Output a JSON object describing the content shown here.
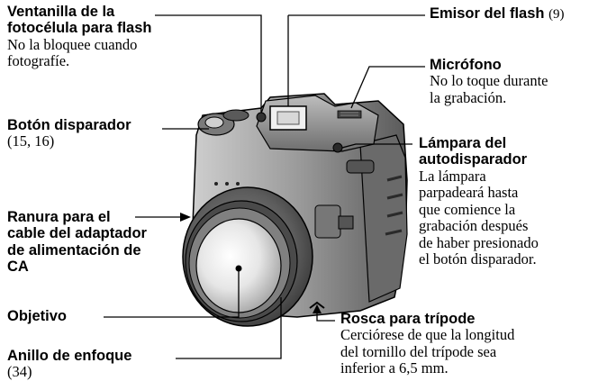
{
  "callouts": {
    "ventanilla": {
      "title_1": "Ventanilla de la",
      "title_2": "fotocélula para flash",
      "desc_1": "No la bloquee cuando",
      "desc_2": "fotografíe."
    },
    "emisor": {
      "title": "Emisor del flash",
      "page": "(9)"
    },
    "microfono": {
      "title": "Micrófono",
      "desc_1": "No lo toque durante",
      "desc_2": "la grabación."
    },
    "boton": {
      "title": "Botón disparador",
      "pages": "(15, 16)"
    },
    "lampara": {
      "title_1": "Lámpara del",
      "title_2": "autodisparador",
      "desc_1": "La lámpara",
      "desc_2": "parpadeará hasta",
      "desc_3": "que comience la",
      "desc_4": "grabación después",
      "desc_5": "de haber presionado",
      "desc_6": "el botón disparador."
    },
    "ranura": {
      "title_1": "Ranura para el",
      "title_2": "cable del adaptador",
      "title_3": "de alimentación de",
      "title_4": "CA"
    },
    "objetivo": {
      "title": "Objetivo"
    },
    "anillo": {
      "title": "Anillo de enfoque",
      "page": "(34)"
    },
    "rosca": {
      "title": "Rosca para trípode",
      "desc_1": "Cerciórese de que la longitud",
      "desc_2": "del tornillo del trípode sea",
      "desc_3": "inferior a 6,5 mm."
    }
  }
}
